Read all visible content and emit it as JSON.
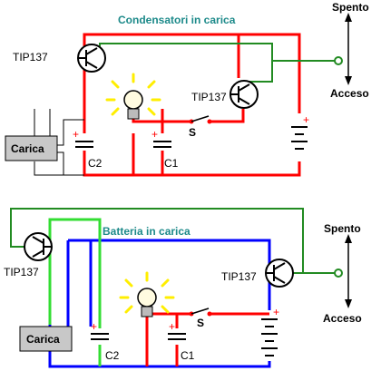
{
  "top": {
    "title": "Condensatori in carica",
    "transistor1": "TIP137",
    "transistor2": "TIP137",
    "charger": "Carica",
    "c2": "C2",
    "c1": "C1",
    "switch": "S",
    "plus": "+"
  },
  "bottom": {
    "title": "Batteria in carica",
    "transistor1": "TIP137",
    "transistor2": "TIP137",
    "charger": "Carica",
    "c2": "C2",
    "c1": "C1",
    "switch": "S",
    "plus": "+"
  },
  "switch_top": {
    "off": "Spento",
    "on": "Acceso"
  },
  "switch_bottom": {
    "off": "Spento",
    "on": "Acceso"
  },
  "colors": {
    "red": "#ff0000",
    "blue": "#0000ff",
    "green": "#228b22",
    "light_green": "#33dd33",
    "title": "#1d8a8a",
    "charger_fill": "#c8c8c8",
    "lamp_rays": "#ffee00"
  }
}
